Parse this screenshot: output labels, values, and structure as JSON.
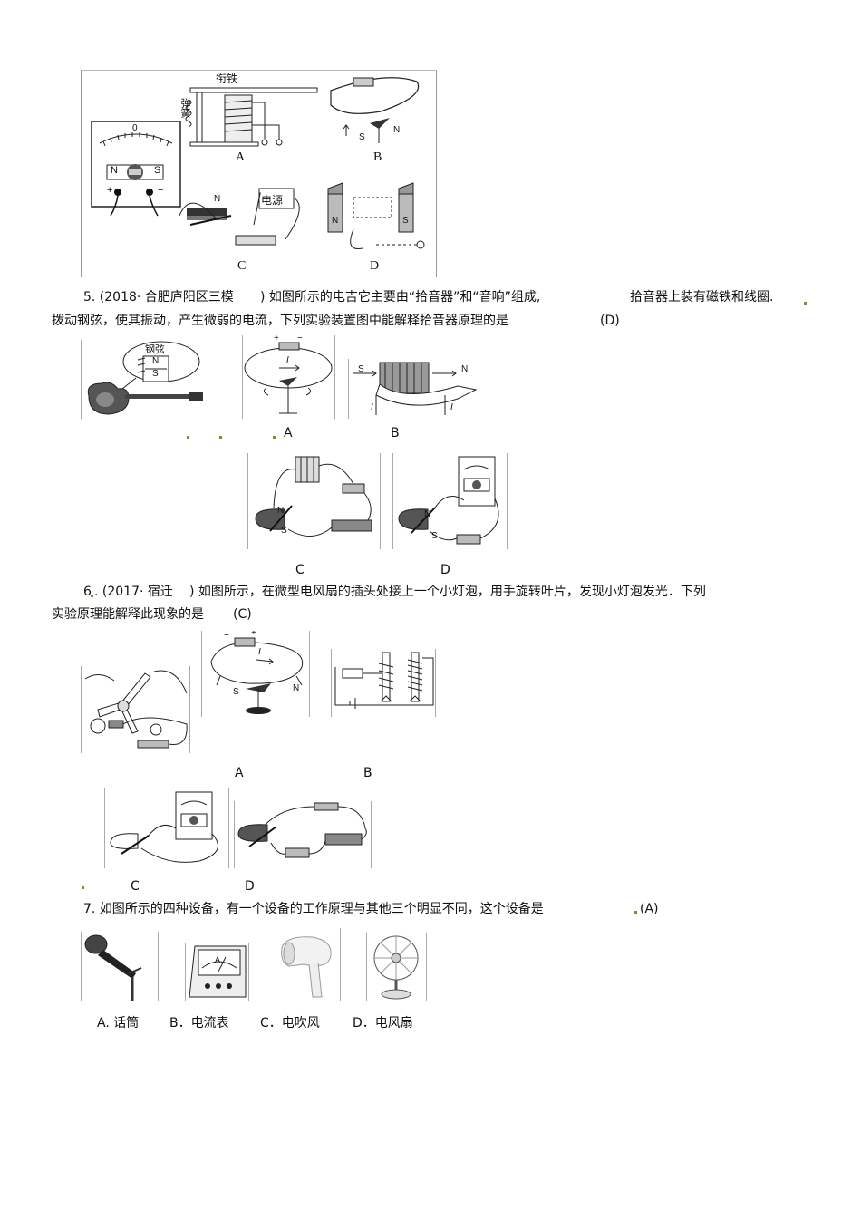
{
  "q4_figure": {
    "label_armature": "衔铁",
    "label_spring": "弹簧",
    "label_power": "电源",
    "meter_zero": "0",
    "label_N": "N",
    "label_S": "S",
    "plus": "+",
    "minus": "−",
    "opt_a": "A",
    "opt_b": "B",
    "opt_c": "C",
    "opt_d": "D"
  },
  "q5": {
    "line1_a": "5. (2018· 合肥庐阳区三模",
    "line1_b": ") 如图所示的电吉它主要由“拾音器”和“音响”组成,",
    "line1_c": "拾音器上装有磁铁和线圈.",
    "line2": "拨动钢弦，使其振动，产生微弱的电流，下列实验装置图中能解释拾音器原理的是",
    "answer": "(D)",
    "label_string": "钢弦",
    "label_I": "I",
    "opt_a": "A",
    "opt_b": "B",
    "opt_c": "C",
    "opt_d": "D"
  },
  "q6": {
    "line1_a": "6",
    "line1_b": ". (2017· 宿迁",
    "line1_c": ") 如图所示，在微型电风扇的插头处接上一个小灯泡，用手旋转叶片，发现小灯泡发光．下列",
    "line2": "实验原理能解释此现象的是",
    "answer": "(C)",
    "opt_a": "A",
    "opt_b": "B",
    "opt_c": "C",
    "opt_d": "D"
  },
  "q7": {
    "line1": "7. 如图所示的四种设备，有一个设备的工作原理与其他三个明显不同，这个设备是",
    "answer": "(A)",
    "meter_symbol": "A",
    "options": [
      "A. 话筒",
      "B．电流表",
      "C．电吹风",
      "D．电风扇"
    ]
  }
}
